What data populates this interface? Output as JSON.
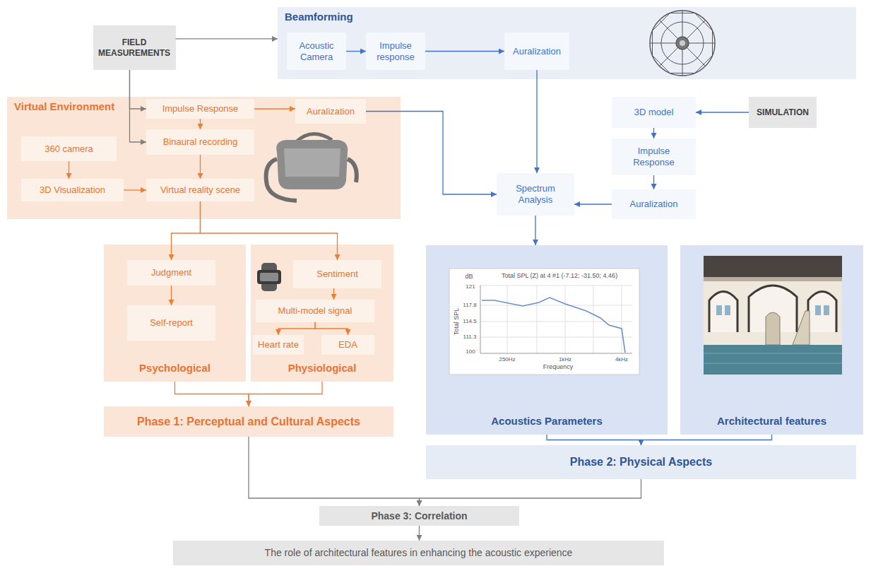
{
  "diagram": {
    "nodes": [
      {
        "text": [
          "FIELD MEASUREMENTS"
        ]
      },
      {
        "text": [
          "Beamforming"
        ]
      },
      {
        "text": [
          "Acoustic Camera"
        ],
        "in": 1
      },
      {
        "text": [
          "Impulse response"
        ],
        "in": 1
      },
      {
        "text": [
          "Auralization"
        ],
        "in": 1
      },
      {
        "text": [
          "Virtual Environment"
        ]
      },
      {
        "text": [
          "Impulse Response"
        ],
        "in": 5
      },
      {
        "text": [
          "Auralization"
        ],
        "in": 5
      },
      {
        "text": [
          "360 camera"
        ],
        "in": 5
      },
      {
        "text": [
          "Binaural recording"
        ],
        "in": 5
      },
      {
        "text": [
          "3D Visualization"
        ],
        "in": 5
      },
      {
        "text": [
          "Virtual reality scene"
        ],
        "in": 5
      },
      {
        "text": [
          "SIMULATION"
        ]
      },
      {
        "text": [
          "3D model"
        ]
      },
      {
        "text": [
          "Impulse Response"
        ]
      },
      {
        "text": [
          "Spectrum Analysis"
        ]
      },
      {
        "text": [
          "Auralization"
        ]
      },
      {
        "text": [
          "Psychological"
        ]
      },
      {
        "text": [
          "Judgment"
        ],
        "in": 17
      },
      {
        "text": [
          "Self-report"
        ],
        "in": 17
      },
      {
        "text": [
          "Physiological"
        ]
      },
      {
        "text": [
          "Sentiment"
        ],
        "in": 20
      },
      {
        "text": [
          "Multi-model signal"
        ],
        "in": 20
      },
      {
        "text": [
          "Heart rate"
        ],
        "in": 20
      },
      {
        "text": [
          "EDA"
        ],
        "in": 20
      },
      {
        "text": [
          "Acoustics Parameters"
        ]
      },
      {
        "text": [
          "Architectural features"
        ]
      },
      {
        "text": [
          "Phase 1: Perceptual and Cultural Aspects"
        ]
      },
      {
        "text": [
          "Phase 2: Physical Aspects"
        ]
      },
      {
        "text": [
          "Phase 3: Correlation"
        ]
      },
      {
        "text": [
          "The role of architectural features in enhancing the acoustic experience"
        ]
      }
    ],
    "edges": [
      {
        "from": 0,
        "to": 1,
        "arrow": "to"
      },
      {
        "from": 0,
        "to": 6,
        "arrow": "to"
      },
      {
        "from": 0,
        "to": 9,
        "arrow": "to"
      },
      {
        "from": 2,
        "to": 3,
        "arrow": "to"
      },
      {
        "from": 3,
        "to": 4,
        "arrow": "to"
      },
      {
        "from": 4,
        "to": 15,
        "arrow": "to"
      },
      {
        "from": 6,
        "to": 7,
        "arrow": "to"
      },
      {
        "from": 6,
        "to": 9,
        "arrow": "to"
      },
      {
        "from": 9,
        "to": 11,
        "arrow": "to"
      },
      {
        "from": 8,
        "to": 10,
        "arrow": "to"
      },
      {
        "from": 10,
        "to": 11,
        "arrow": "to"
      },
      {
        "from": 7,
        "to": 15,
        "arrow": "to"
      },
      {
        "from": 12,
        "to": 13,
        "arrow": "to"
      },
      {
        "from": 13,
        "to": 14,
        "arrow": "to"
      },
      {
        "from": 14,
        "to": 16,
        "arrow": "to"
      },
      {
        "from": 16,
        "to": 15,
        "arrow": "to"
      },
      {
        "from": 15,
        "to": 25,
        "arrow": "to"
      },
      {
        "from": 11,
        "to": 18,
        "arrow": "to"
      },
      {
        "from": 11,
        "to": 21,
        "arrow": "to"
      },
      {
        "from": 18,
        "to": 19,
        "arrow": "to"
      },
      {
        "from": 21,
        "to": 22,
        "arrow": "to"
      },
      {
        "from": 22,
        "to": 23,
        "arrow": "to"
      },
      {
        "from": 22,
        "to": 24,
        "arrow": "to"
      },
      {
        "from": 17,
        "to": 27,
        "arrow": "to"
      },
      {
        "from": 20,
        "to": 27,
        "arrow": "to"
      },
      {
        "from": 25,
        "to": 28,
        "arrow": "to"
      },
      {
        "from": 26,
        "to": 28,
        "arrow": "to"
      },
      {
        "from": 27,
        "to": 29,
        "arrow": "to"
      },
      {
        "from": 28,
        "to": 29,
        "arrow": "to"
      },
      {
        "from": 29,
        "to": 30,
        "arrow": "to"
      }
    ],
    "labels": [
      "dB",
      "Total SPL (Z) at 4 #1 (-7.12; -31.50; 4.46)",
      "121",
      "117.8",
      "114.5",
      "111.3",
      "100",
      "Total SPL",
      "250Hz",
      "1kHz",
      "4kHz",
      "Frequency"
    ]
  }
}
